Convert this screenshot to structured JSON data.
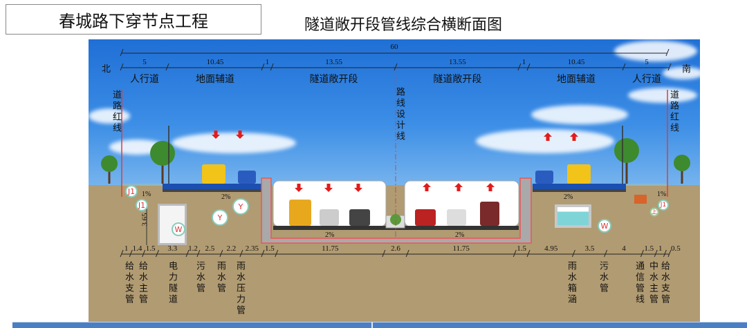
{
  "header": {
    "project_title": "春城路下穿节点工程",
    "drawing_title": "隧道敞开段管线综合横断面图"
  },
  "orientation": {
    "north": "北",
    "south": "南"
  },
  "top_dimension": {
    "total": "60",
    "segments": [
      "5",
      "10.45",
      "1",
      "13.55",
      "13.55",
      "1",
      "10.45",
      "5"
    ],
    "segment_values": [
      5,
      10.45,
      1,
      13.55,
      13.55,
      1,
      10.45,
      5
    ]
  },
  "segment_labels": [
    "人行道",
    "地面辅道",
    "隧道敞开段",
    "隧道敞开段",
    "地面辅道",
    "人行道"
  ],
  "red_line_label": "道路红线",
  "centerline_label": "路线设计线",
  "slopes": {
    "left_sidewalk": "1%",
    "left_road": "2%",
    "tunnel_left": "2%",
    "tunnel_right": "2%",
    "right_road": "2%",
    "right_sidewalk": "1%"
  },
  "power_tunnel_height": "3.65",
  "pipe_markers": {
    "j1a": "J1",
    "j1b": "J1",
    "y1": "Y",
    "y2": "Y",
    "w_left": "W",
    "w_right": "W",
    "j1_right": "J1",
    "shang": "上"
  },
  "bottom_dimension": {
    "segments": [
      "1",
      "1.4",
      "1.5",
      "3.3",
      "1.2",
      "2.5",
      "2.2",
      "2.35",
      "1.5",
      "11.75",
      "2.6",
      "11.75",
      "1.5",
      "4.95",
      "3.5",
      "4",
      "1.5",
      "1",
      "0.5"
    ],
    "segment_values": [
      1,
      1.4,
      1.5,
      3.3,
      1.2,
      2.5,
      2.2,
      2.35,
      1.5,
      11.75,
      2.6,
      11.75,
      1.5,
      4.95,
      3.5,
      4,
      1.5,
      1,
      0.5
    ]
  },
  "pipeline_labels": [
    "给水支管",
    "给水主管",
    "电力隧道",
    "污水管",
    "雨水管",
    "雨水压力管",
    "雨水箱涵",
    "污水管",
    "通信管线",
    "中水主管",
    "给水支管"
  ],
  "colors": {
    "sky": "#3c8ee6",
    "ground": "#b19b72",
    "red_line": "#e53935",
    "arrow": "#e31b1b",
    "footer": "#4a7fc4"
  }
}
